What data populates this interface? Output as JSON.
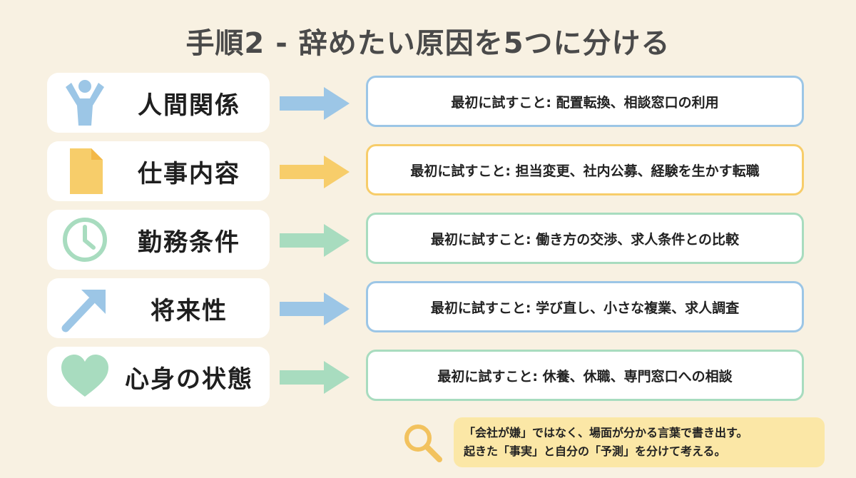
{
  "title": "手順2 - 辞めたい原因を5つに分ける",
  "colors": {
    "background": "#f8f1e2",
    "blue": "#9cc6e6",
    "yellow": "#f7cd6a",
    "green": "#a8dcbf",
    "tip_bg": "#fbe7a6",
    "magnifier": "#f2c25e"
  },
  "rows": [
    {
      "icon": "person-arms-up-icon",
      "category": "人間関係",
      "action": "最初に試すこと: 配置転換、相談窓口の利用",
      "color": "#9cc6e6"
    },
    {
      "icon": "document-icon",
      "category": "仕事内容",
      "action": "最初に試すこと: 担当変更、社内公募、経験を生かす転職",
      "color": "#f7cd6a"
    },
    {
      "icon": "clock-icon",
      "category": "勤務条件",
      "action": "最初に試すこと: 働き方の交渉、求人条件との比較",
      "color": "#a8dcbf"
    },
    {
      "icon": "trend-arrow-icon",
      "category": "将来性",
      "action": "最初に試すこと: 学び直し、小さな複業、求人調査",
      "color": "#9cc6e6"
    },
    {
      "icon": "heart-icon",
      "category": "心身の状態",
      "action": "最初に試すこと: 休養、休職、専門窓口への相談",
      "color": "#a8dcbf"
    }
  ],
  "tip": {
    "icon": "magnifier-icon",
    "line1": "「会社が嫌」ではなく、場面が分かる言葉で書き出す。",
    "line2": "起きた「事実」と自分の「予測」を分けて考える。"
  }
}
